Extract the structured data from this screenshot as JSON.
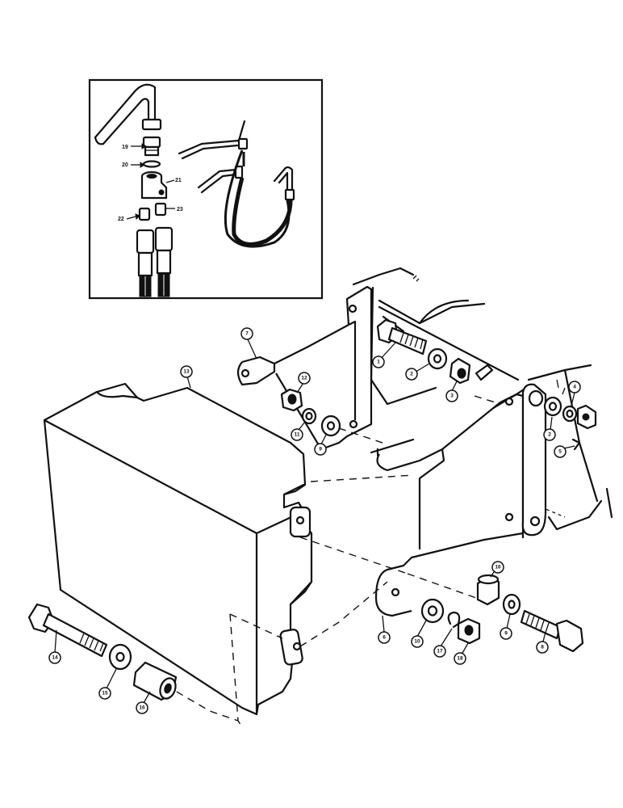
{
  "inset": {
    "callouts": [
      {
        "id": "c19",
        "label": "19"
      },
      {
        "id": "c20",
        "label": "20"
      },
      {
        "id": "c21",
        "label": "21"
      },
      {
        "id": "c22",
        "label": "22"
      },
      {
        "id": "c23",
        "label": "23"
      }
    ]
  },
  "main": {
    "callouts": [
      {
        "id": "c1",
        "label": "1"
      },
      {
        "id": "c2",
        "label": "2"
      },
      {
        "id": "c3",
        "label": "3"
      },
      {
        "id": "c4",
        "label": "4"
      },
      {
        "id": "c2b",
        "label": "2"
      },
      {
        "id": "c5",
        "label": "5"
      },
      {
        "id": "c7",
        "label": "7"
      },
      {
        "id": "c12",
        "label": "12"
      },
      {
        "id": "c11",
        "label": "11"
      },
      {
        "id": "c9",
        "label": "9"
      },
      {
        "id": "c13",
        "label": "13"
      },
      {
        "id": "c6",
        "label": "6"
      },
      {
        "id": "c10",
        "label": "10"
      },
      {
        "id": "c17",
        "label": "17"
      },
      {
        "id": "c18",
        "label": "18"
      },
      {
        "id": "c16b",
        "label": "16"
      },
      {
        "id": "c9b",
        "label": "9"
      },
      {
        "id": "c8",
        "label": "8"
      },
      {
        "id": "c14",
        "label": "14"
      },
      {
        "id": "c15",
        "label": "15"
      },
      {
        "id": "c16",
        "label": "16"
      }
    ]
  }
}
